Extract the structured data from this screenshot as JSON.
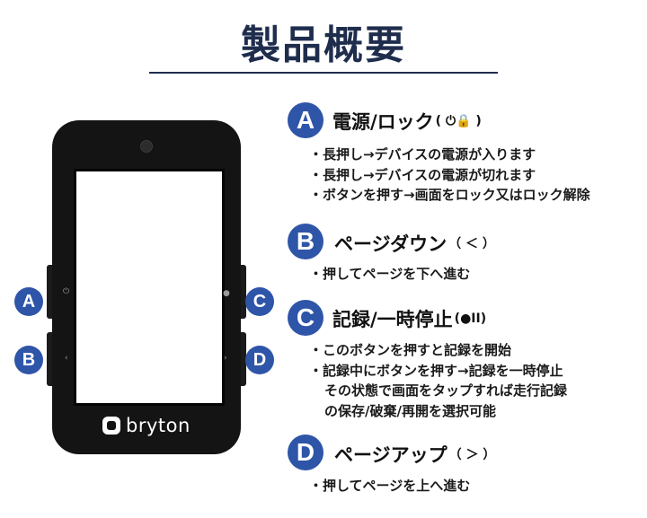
{
  "title": "製品概要",
  "device": {
    "brand": "bryton"
  },
  "sections": [
    {
      "letter": "A",
      "title": "電源/ロック",
      "symbol": "( ⏻🔒 )",
      "lines": [
        "・長押し→デバイスの電源が入ります",
        "・長押し→デバイスの電源が切れます",
        "・ボタンを押す→画面をロック又はロック解除"
      ]
    },
    {
      "letter": "B",
      "title": "ページダウン",
      "symbol": "（ ＜ ）",
      "lines": [
        "・押してページを下へ進む"
      ]
    },
    {
      "letter": "C",
      "title": "記録/一時停止",
      "symbol": "(●II)",
      "lines": [
        "・このボタンを押すと記録を開始",
        "・記録中にボタンを押す→記録を一時停止",
        "その状態で画面をタップすれば走行記録",
        "の保存/破棄/再開を選択可能"
      ]
    },
    {
      "letter": "D",
      "title": "ページアップ",
      "symbol": "（ ＞ ）",
      "lines": [
        "・押してページを上へ進む"
      ]
    }
  ],
  "colors": {
    "badge": "#2e55a8",
    "title": "#1f2d4d",
    "device": "#141414"
  }
}
